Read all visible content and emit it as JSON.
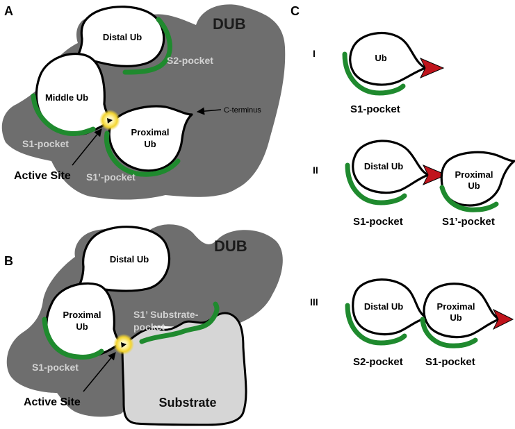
{
  "panels": {
    "a": "A",
    "b": "B",
    "c": "C"
  },
  "panel_a": {
    "dub_label": "DUB",
    "distal_ub": "Distal Ub",
    "middle_ub": "Middle Ub",
    "proximal_ub_line1": "Proximal",
    "proximal_ub_line2": "Ub",
    "s2_pocket": "S2-pocket",
    "s1_pocket": "S1-pocket",
    "s1prime_pocket": "S1’-pocket",
    "c_terminus": "C-terminus",
    "active_site": "Active Site"
  },
  "panel_b": {
    "dub_label": "DUB",
    "distal_ub": "Distal Ub",
    "proximal_ub_line1": "Proximal",
    "proximal_ub_line2": "Ub",
    "s1_pocket": "S1-pocket",
    "s1prime_substrate_line1": "S1’ Substrate-",
    "s1prime_substrate_line2": "pocket",
    "active_site": "Active Site",
    "substrate": "Substrate"
  },
  "panel_c": {
    "row1": {
      "numeral": "I",
      "ub": "Ub",
      "pocket": "S1-pocket"
    },
    "row2": {
      "numeral": "II",
      "distal": "Distal Ub",
      "proximal_line1": "Proximal",
      "proximal_line2": "Ub",
      "pocket_left": "S1-pocket",
      "pocket_right": "S1’-pocket"
    },
    "row3": {
      "numeral": "III",
      "distal": "Distal Ub",
      "proximal_line1": "Proximal",
      "proximal_line2": "Ub",
      "pocket_left": "S2-pocket",
      "pocket_right": "S1-pocket"
    }
  },
  "colors": {
    "dub": "#6e6e6e",
    "substrate": "#d6d6d6",
    "pocket": "#1f8a2e",
    "c_terminal_arrow": "#c0141c",
    "active_site": "#f2d430"
  }
}
